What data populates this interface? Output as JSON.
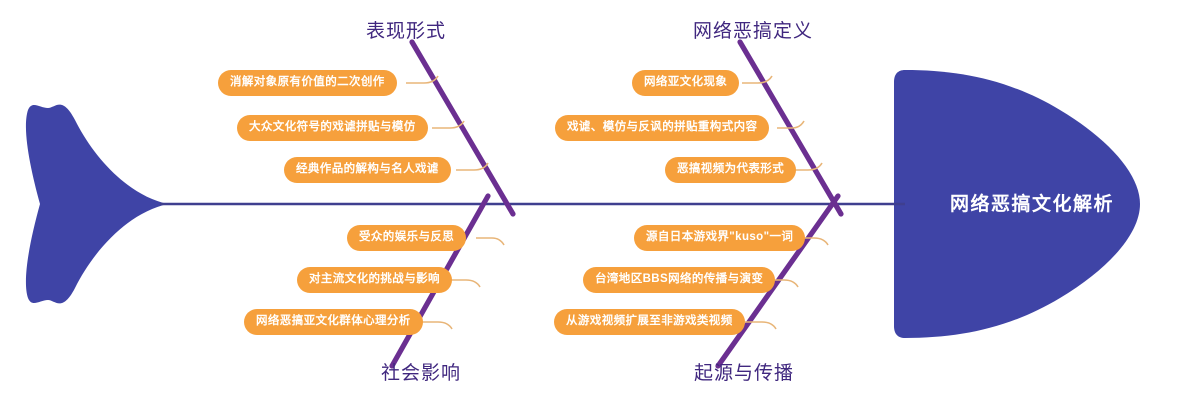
{
  "diagram": {
    "type": "fishbone",
    "head_title": "网络恶搞文化解析",
    "colors": {
      "fish_body": "#3f44a6",
      "bone": "#6b2f91",
      "spine": "#3f3f8f",
      "cause_box": "#f6a03c",
      "connector": "#e8b578",
      "label_text": "#40277f",
      "box_text": "#ffffff",
      "background": "#ffffff"
    },
    "categories": [
      {
        "id": "expression-form",
        "label": "表现形式",
        "position": "top-left",
        "causes": [
          "消解对象原有价值的二次创作",
          "大众文化符号的戏谑拼贴与模仿",
          "经典作品的解构与名人戏谑"
        ]
      },
      {
        "id": "definition",
        "label": "网络恶搞定义",
        "position": "top-right",
        "causes": [
          "网络亚文化现象",
          "戏谑、模仿与反讽的拼贴重构式内容",
          "恶搞视频为代表形式"
        ]
      },
      {
        "id": "social-impact",
        "label": "社会影响",
        "position": "bottom-left",
        "causes": [
          "受众的娱乐与反思",
          "对主流文化的挑战与影响",
          "网络恶搞亚文化群体心理分析"
        ]
      },
      {
        "id": "origin-spread",
        "label": "起源与传播",
        "position": "bottom-right",
        "causes": [
          "源自日本游戏界\"kuso\"一词",
          "台湾地区BBS网络的传播与演变",
          "从游戏视频扩展至非游戏类视频"
        ]
      }
    ]
  }
}
